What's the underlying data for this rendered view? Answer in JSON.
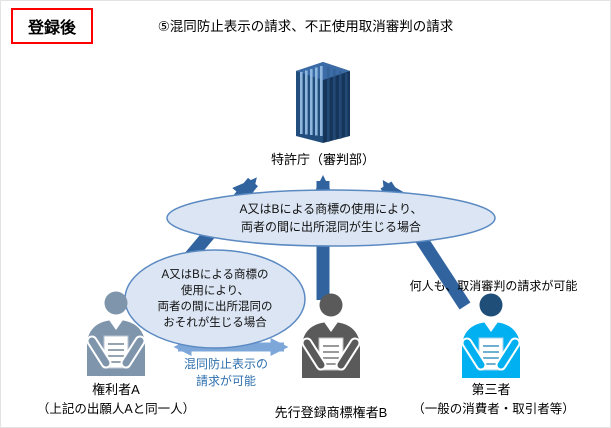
{
  "page": {
    "stage_badge": "登録後",
    "title": "⑤混同防止表示の請求、不正使用取消審判の請求"
  },
  "office": {
    "label": "特許庁（審判部）"
  },
  "callouts": {
    "large_ellipse": "A又はBによる商標の使用により、\n両者の間に出所混同が生じる場合",
    "small_ellipse": "A又はBによる商標の\n使用により、\n両者の間に出所混同の\nおそれが生じる場合",
    "anyone_note": "何人も、取消審判の請求が可能",
    "mutual_request_note": "混同防止表示の\n請求が可能"
  },
  "actors": {
    "right_holder_a": {
      "label": "権利者A",
      "sublabel": "（上記の出願人Aと同一人）"
    },
    "prior_registrant_b": {
      "label": "先行登録商標権者B"
    },
    "third_party": {
      "label": "第三者",
      "sublabel": "（一般の消費者・取引者等）"
    }
  },
  "icons": {
    "office": "building-icon",
    "right_holder_a": "person-with-document-icon",
    "prior_registrant_b": "person-with-document-icon",
    "third_party": "person-with-document-icon"
  },
  "colors": {
    "badge_border": "#ff0000",
    "arrow_blue": "#31639f",
    "mutual_arrow_blue": "#7da7d8",
    "ellipse_fill": "#dbe5f3",
    "ellipse_stroke": "#5b8ac2",
    "note_blue": "#2e6fae",
    "building_front": "#224e7e",
    "building_side": "#16355a",
    "building_roof": "#3c6ca8",
    "building_window": "#8fb7dd",
    "actor_a": "#7e95ac",
    "actor_b": "#5a5a5a",
    "actor_third_body": "#00b0f0",
    "actor_third_head": "#1f4e79"
  }
}
